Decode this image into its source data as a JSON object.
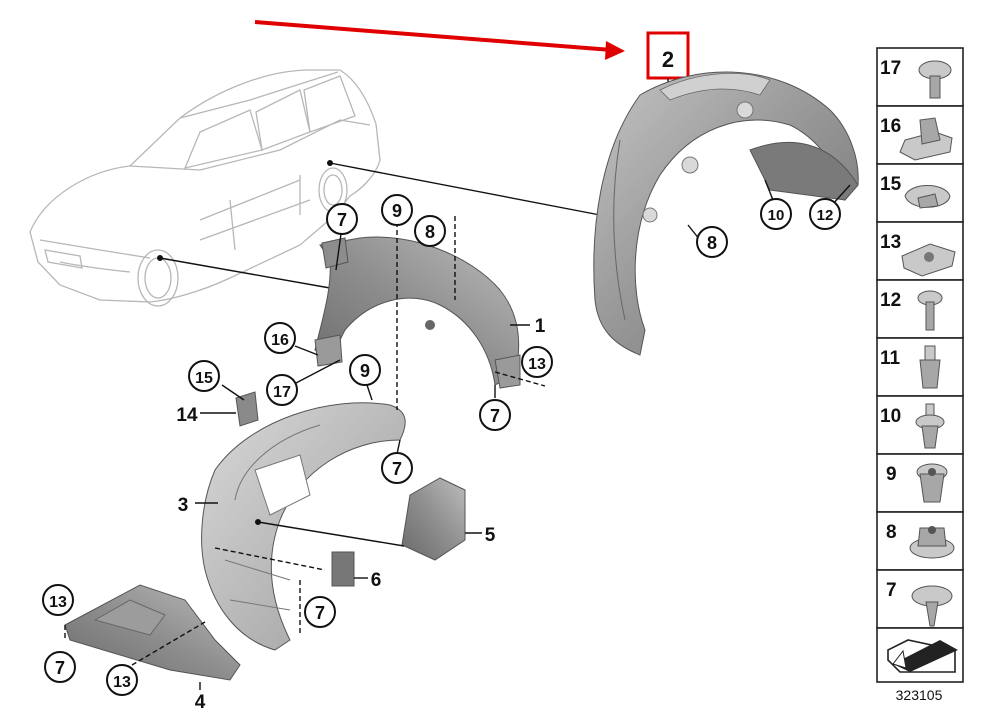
{
  "diagram_id": "323105",
  "highlight": {
    "label": "2",
    "color": "#e00000"
  },
  "callouts": {
    "c2_top": "2",
    "c7_a": "7",
    "c9_a": "9",
    "c8_a": "8",
    "c1": "1",
    "c16": "16",
    "c15": "15",
    "c17": "17",
    "c9_b": "9",
    "c14": "14",
    "c13_a": "13",
    "c7_b": "7",
    "c7_c": "7",
    "c3": "3",
    "c5": "5",
    "c6": "6",
    "c7_d": "7",
    "c13_b": "13",
    "c7_e": "7",
    "c13_c": "13",
    "c4": "4",
    "c8_b": "8",
    "c10_a": "10",
    "c12_a": "12"
  },
  "legend": [
    "17",
    "16",
    "15",
    "13",
    "12",
    "11",
    "10",
    "9",
    "8",
    "7"
  ]
}
